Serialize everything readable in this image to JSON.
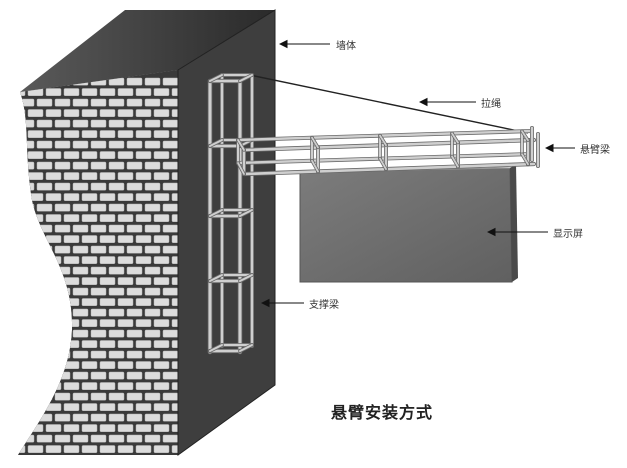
{
  "labels": {
    "wall": "墙体",
    "pull_rope": "拉绳",
    "cantilever_beam": "悬臂梁",
    "display_screen": "显示屏",
    "support_beam": "支撑梁"
  },
  "caption": "悬臂安装方式",
  "colors": {
    "wall_front": "#2e2e2e",
    "wall_side": "#3c3c3c",
    "brick": "#dcdcdc",
    "mortar": "#3a3a3a",
    "frame": "#cfcfcf",
    "screen": "#737373",
    "leader": "#111111"
  }
}
